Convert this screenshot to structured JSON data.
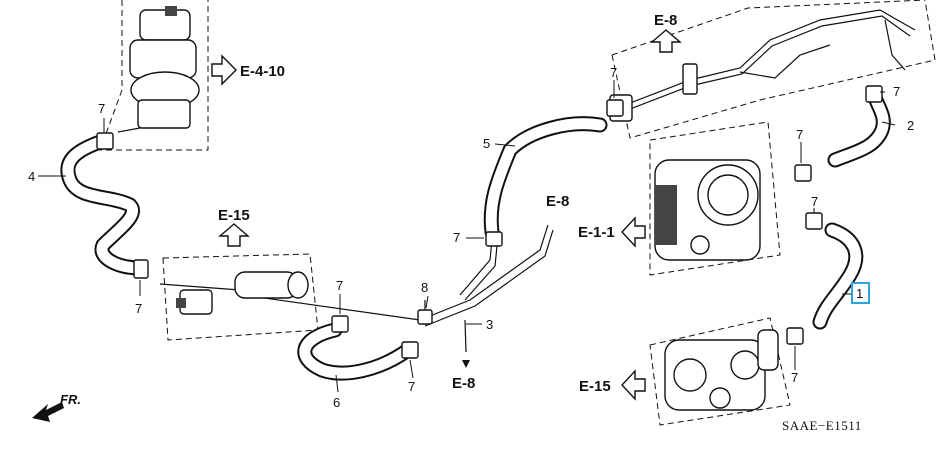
{
  "diagram": {
    "code": "SAAE−E1511",
    "front_label": "FR.",
    "refs": {
      "egr": "E-4-10",
      "top_mid": "E-8",
      "mid": "E-8",
      "bottom": "E-8",
      "left_e15": "E-15",
      "throttle": "E-1-1",
      "bottom_e15": "E-15"
    },
    "callouts": {
      "p1": "1",
      "p2": "2",
      "p3": "3",
      "p4": "4",
      "p5": "5",
      "p6": "6",
      "p8": "8",
      "c7": "7"
    }
  }
}
